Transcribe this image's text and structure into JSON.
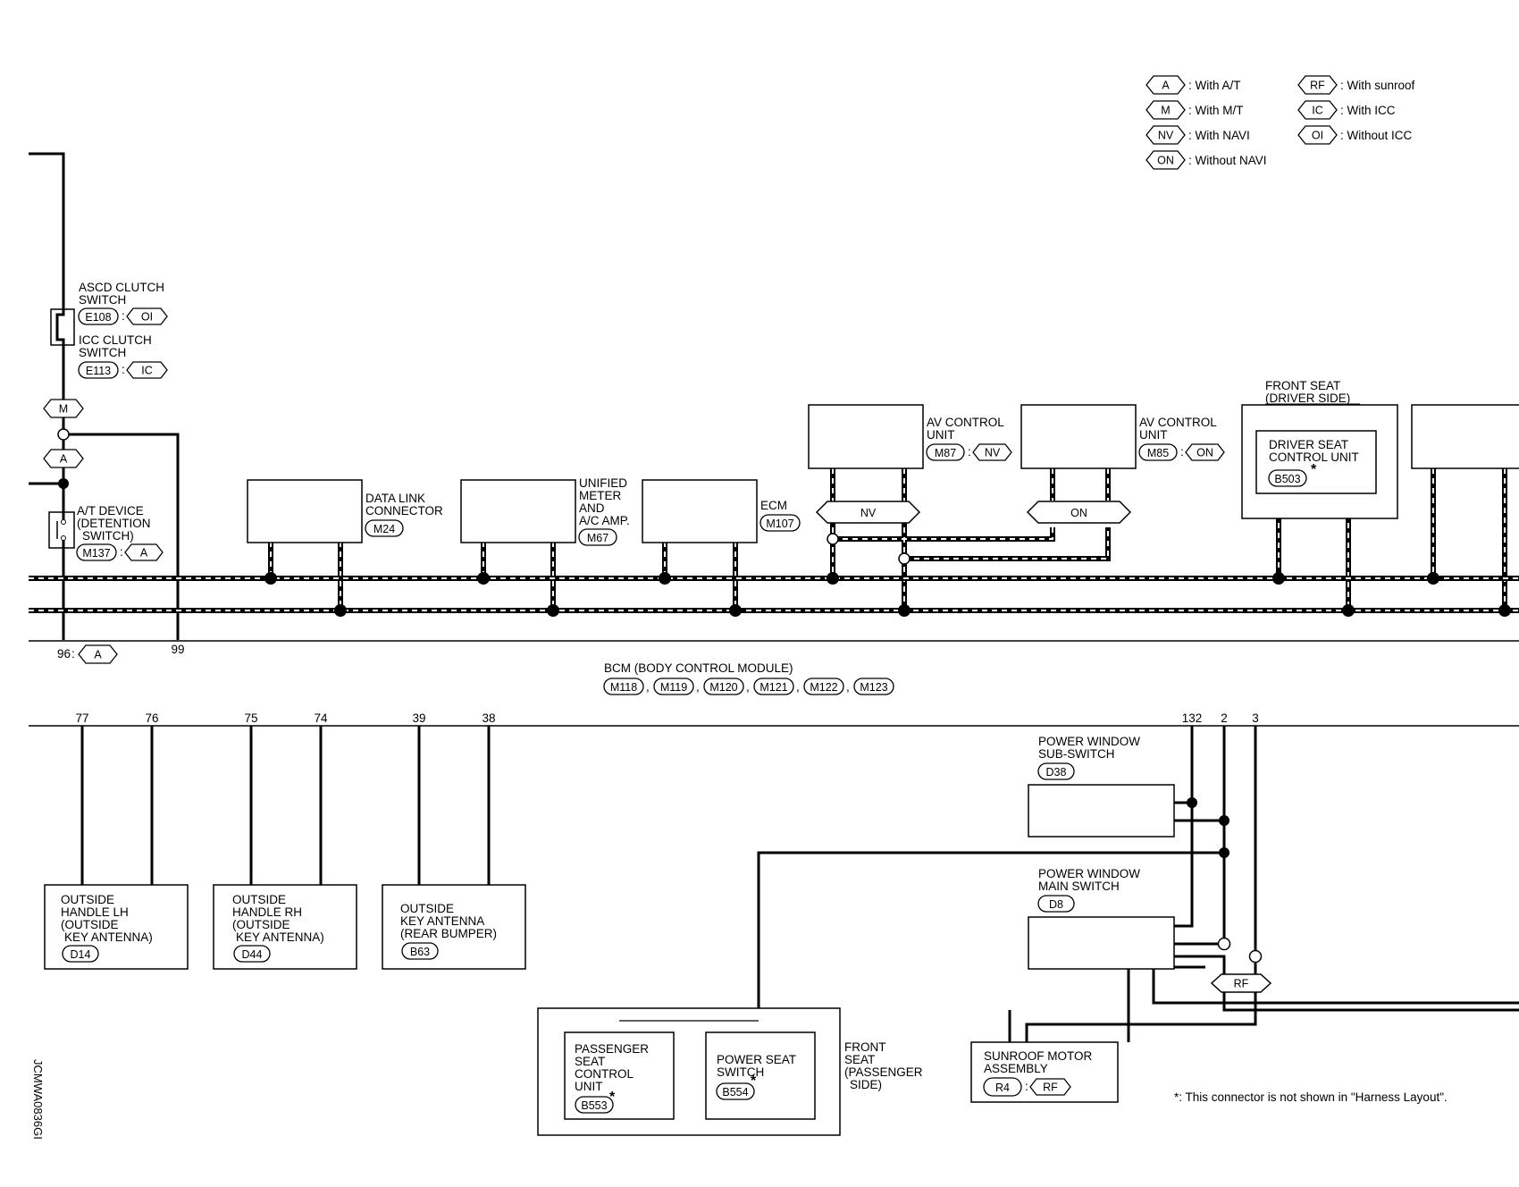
{
  "legend": [
    {
      "code": "A",
      "text": ": With A/T"
    },
    {
      "code": "M",
      "text": ": With M/T"
    },
    {
      "code": "NV",
      "text": ": With NAVI"
    },
    {
      "code": "ON",
      "text": ": Without NAVI"
    },
    {
      "code": "RF",
      "text": ": With sunroof"
    },
    {
      "code": "IC",
      "text": ": With ICC"
    },
    {
      "code": "OI",
      "text": ": Without ICC"
    }
  ],
  "switches": {
    "ascd": {
      "line1": "ASCD CLUTCH",
      "line2": "SWITCH",
      "connector": "E108",
      "variant": "OI"
    },
    "icc": {
      "line1": "ICC CLUTCH",
      "line2": "SWITCH",
      "connector": "E113",
      "variant": "IC"
    },
    "m_tag": "M",
    "a_tag": "A",
    "at_device": {
      "line1": "A/T DEVICE",
      "line2": "(DETENTION",
      "line3": "SWITCH)",
      "connector": "M137",
      "variant": "A"
    }
  },
  "units": {
    "data_link": {
      "line1": "DATA LINK",
      "line2": "CONNECTOR",
      "connector": "M24"
    },
    "unified_meter": {
      "line1": "UNIFIED",
      "line2": "METER",
      "line3": "AND",
      "line4": "A/C AMP.",
      "connector": "M67"
    },
    "ecm": {
      "line1": "ECM",
      "connector": "M107"
    },
    "av_nv": {
      "line1": "AV CONTROL",
      "line2": "UNIT",
      "connector": "M87",
      "variant": "NV",
      "bus_tag": "NV"
    },
    "av_on": {
      "line1": "AV CONTROL",
      "line2": "UNIT",
      "connector": "M85",
      "variant": "ON",
      "bus_tag": "ON"
    },
    "front_seat_driver": {
      "line1": "FRONT SEAT",
      "line2": "(DRIVER SIDE)"
    },
    "driver_seat_cu": {
      "line1": "DRIVER SEAT",
      "line2": "CONTROL UNIT",
      "connector": "B503"
    }
  },
  "bcm": {
    "title": "BCM (BODY CONTROL MODULE)",
    "connectors": [
      "M118",
      "M119",
      "M120",
      "M121",
      "M122",
      "M123"
    ],
    "pin_96": "96",
    "pin_96_variant": "A",
    "pin_99": "99",
    "bottom_pins": [
      "77",
      "76",
      "75",
      "74",
      "39",
      "38",
      "132",
      "2",
      "3"
    ]
  },
  "lower": {
    "handle_lh": {
      "line1": "OUTSIDE",
      "line2": "HANDLE LH",
      "line3": "(OUTSIDE",
      "line4": "KEY ANTENNA)",
      "connector": "D14"
    },
    "handle_rh": {
      "line1": "OUTSIDE",
      "line2": "HANDLE RH",
      "line3": "(OUTSIDE",
      "line4": "KEY ANTENNA)",
      "connector": "D44"
    },
    "key_antenna_rear": {
      "line1": "OUTSIDE",
      "line2": "KEY ANTENNA",
      "line3": "(REAR BUMPER)",
      "connector": "B63"
    },
    "pw_sub": {
      "line1": "POWER WINDOW",
      "line2": "SUB-SWITCH",
      "connector": "D38"
    },
    "pw_main": {
      "line1": "POWER WINDOW",
      "line2": "MAIN SWITCH",
      "connector": "D8"
    },
    "rf_tag": "RF",
    "sunroof": {
      "line1": "SUNROOF MOTOR",
      "line2": "ASSEMBLY",
      "connector": "R4",
      "variant": "RF"
    },
    "passenger_seat_cu": {
      "line1": "PASSENGER",
      "line2": "SEAT",
      "line3": "CONTROL",
      "line4": "UNIT",
      "connector": "B553"
    },
    "power_seat_switch": {
      "line1": "POWER SEAT",
      "line2": "SWITCH",
      "connector": "B554"
    },
    "front_seat_passenger": {
      "line1": "FRONT",
      "line2": "SEAT",
      "line3": "(PASSENGER",
      "line4": "SIDE)"
    }
  },
  "footnote": "*: This connector is not shown in \"Harness Layout\".",
  "drawing_code": "JCMWA0836GI"
}
